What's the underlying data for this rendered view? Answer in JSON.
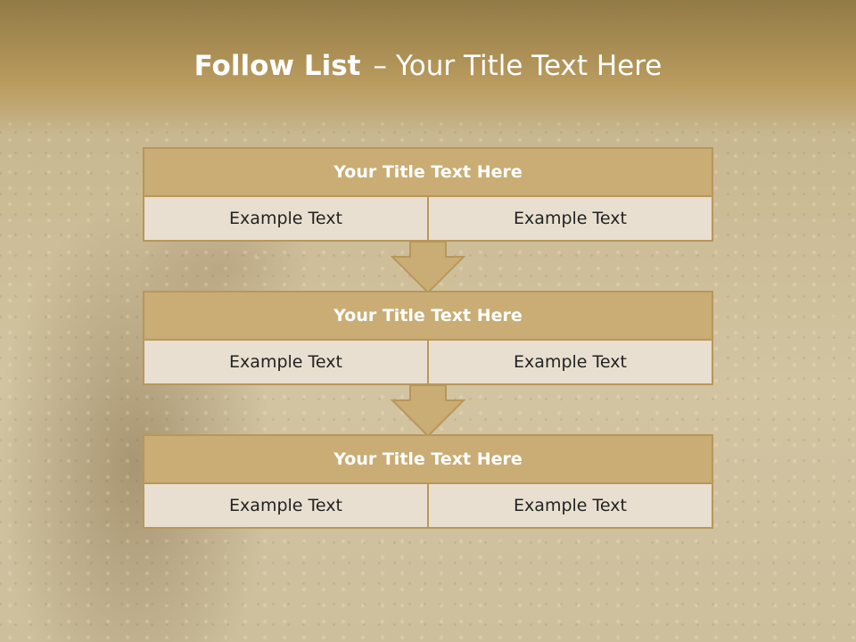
{
  "header": {
    "title_bold": "Follow List",
    "title_separator": "–",
    "title_rest": "Your Title Text Here"
  },
  "steps": [
    {
      "title": "Your Title Text Here",
      "left": "Example Text",
      "right": "Example Text"
    },
    {
      "title": "Your Title Text Here",
      "left": "Example Text",
      "right": "Example Text"
    },
    {
      "title": "Your Title Text Here",
      "left": "Example Text",
      "right": "Example Text"
    }
  ],
  "colors": {
    "title_fill": "#c9ad75",
    "border": "#b8975a",
    "cell_fill": "#e9dfd0",
    "header_band": "#a88c52"
  },
  "icons": [
    "down-arrow-icon",
    "down-arrow-icon"
  ]
}
